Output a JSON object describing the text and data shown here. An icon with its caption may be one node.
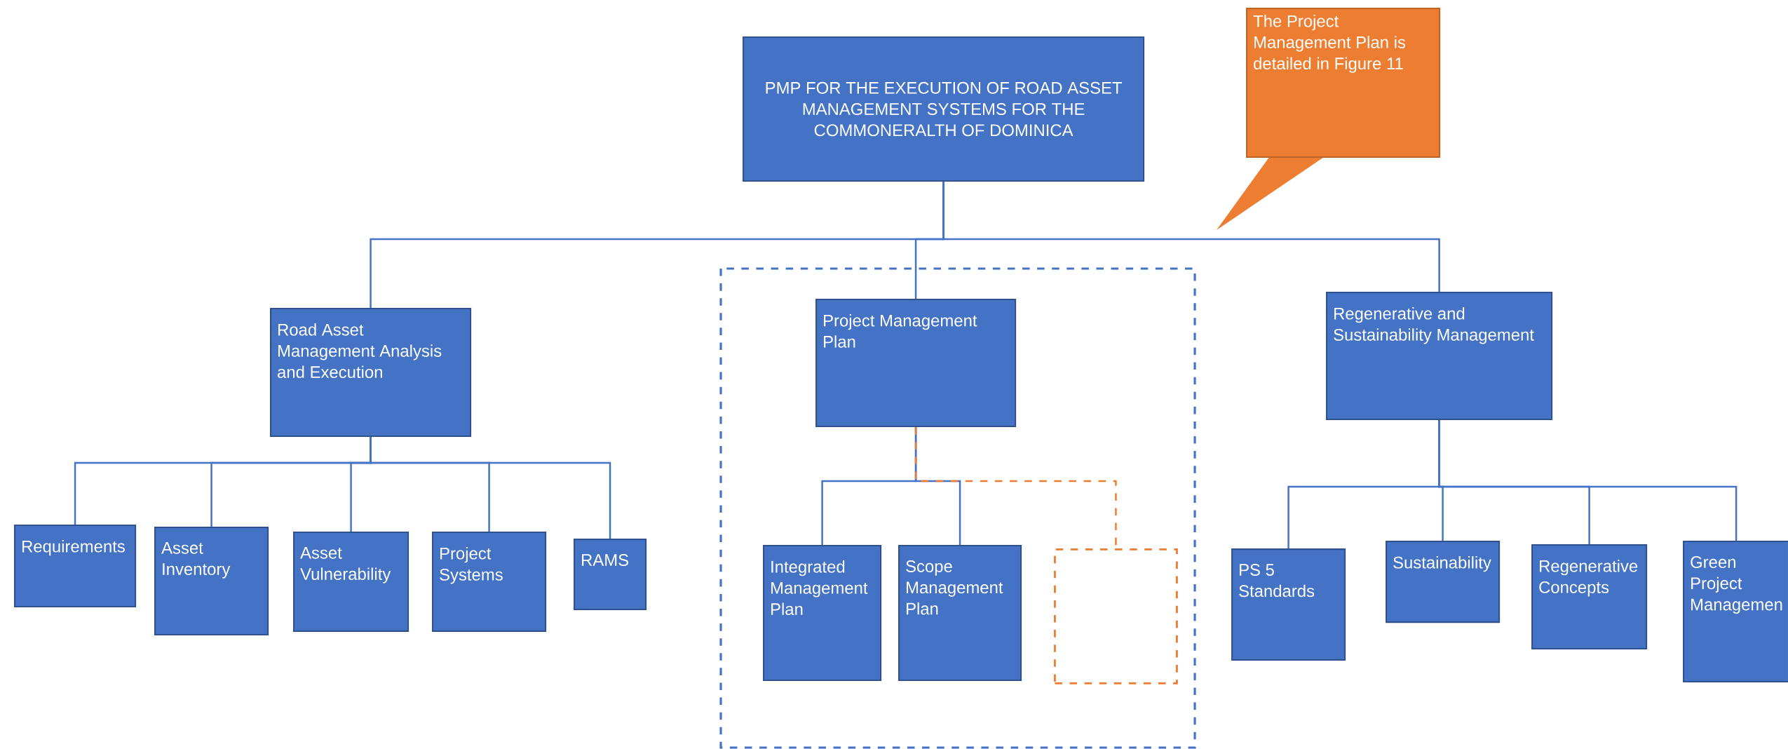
{
  "diagram": {
    "nodes": [
      {
        "text": [
          "PMP FOR THE EXECUTION OF ROAD ASSET MANAGEMENT SYSTEMS FOR THE COMMONERALTH OF DOMINICA"
        ]
      },
      {
        "text": [
          "The Project Management Plan is detailed in Figure 11"
        ]
      },
      {
        "text": [
          "Road Asset Management Analysis and Execution"
        ]
      },
      {
        "text": [
          "Project Management Plan"
        ]
      },
      {
        "text": [
          "Regenerative and Sustainability Management"
        ]
      },
      {
        "text": [
          "Requirements"
        ]
      },
      {
        "text": [
          "Asset Inventory"
        ]
      },
      {
        "text": [
          "Asset Vulnerability"
        ]
      },
      {
        "text": [
          "Project Systems"
        ]
      },
      {
        "text": [
          "RAMS"
        ]
      },
      {
        "text": [
          "Integrated Management Plan"
        ]
      },
      {
        "text": [
          "Scope Management Plan"
        ]
      },
      {
        "text": [],
        "shape": "box"
      },
      {
        "text": [
          "PS 5 Standards"
        ]
      },
      {
        "text": [
          "Sustainability"
        ]
      },
      {
        "text": [
          "Regenerative Concepts"
        ]
      },
      {
        "text": [
          "Green Project Managemen"
        ]
      }
    ],
    "edges": [
      {
        "from": 0,
        "to": 2,
        "arrow": "none"
      },
      {
        "from": 0,
        "to": 3,
        "arrow": "none"
      },
      {
        "from": 0,
        "to": 4,
        "arrow": "none"
      },
      {
        "from": 2,
        "to": 5,
        "arrow": "none"
      },
      {
        "from": 2,
        "to": 6,
        "arrow": "none"
      },
      {
        "from": 2,
        "to": 7,
        "arrow": "none"
      },
      {
        "from": 2,
        "to": 8,
        "arrow": "none"
      },
      {
        "from": 2,
        "to": 9,
        "arrow": "none"
      },
      {
        "from": 3,
        "to": 10,
        "arrow": "none"
      },
      {
        "from": 3,
        "to": 11,
        "arrow": "none"
      },
      {
        "from": 3,
        "to": 12,
        "arrow": "none",
        "style": "dashed",
        "color": "#ed7d31"
      },
      {
        "from": 4,
        "to": 13,
        "arrow": "none"
      },
      {
        "from": 4,
        "to": 14,
        "arrow": "none"
      },
      {
        "from": 4,
        "to": 15,
        "arrow": "none"
      },
      {
        "from": 4,
        "to": 16,
        "arrow": "none"
      }
    ]
  }
}
